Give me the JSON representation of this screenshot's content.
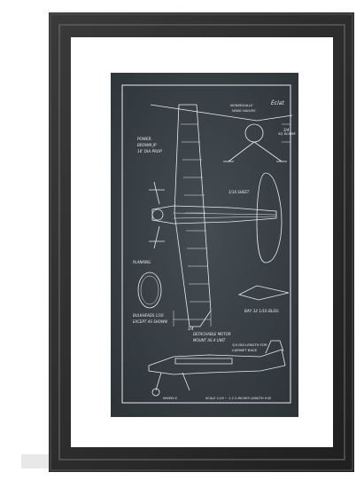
{
  "artwork": {
    "colors": {
      "frame": "#2b2b2b",
      "frame_highlight": "#5a5a5a",
      "mat": "#ffffff",
      "print_background": "#3a4246",
      "linework": "#e8ecef"
    },
    "labels": {
      "logo": "Éclat",
      "power": "POWER,",
      "engine_1": "BROWN JP",
      "engine_2": "16' DIA PROP",
      "top_view_1": "INTAKEGALLE",
      "top_view_2": "WING HALVES",
      "scale": "SQ 6CAME",
      "planking": "PLANKING",
      "bulkhead_1": "BULKHEADS 1/16",
      "bulkhead_2": "EXCEPT AS SHOWN",
      "sheet": "1/16 SHEET",
      "detach_1": "DETACHABLE MOTOR",
      "detach_2": "MOUNT AS A UNIT",
      "cabin_1": "3/4 DIA LENGTH FOR",
      "cabin_2": "CABINET BACK",
      "bay": "BAY 32  1/16 BLDG",
      "footer": "SCALE 1/16  ~  1.2.3 INCHES   LENGTH 8 IN",
      "wheels": "WHEELS",
      "dim_a": "3/4",
      "dim_b": "3/4"
    }
  }
}
